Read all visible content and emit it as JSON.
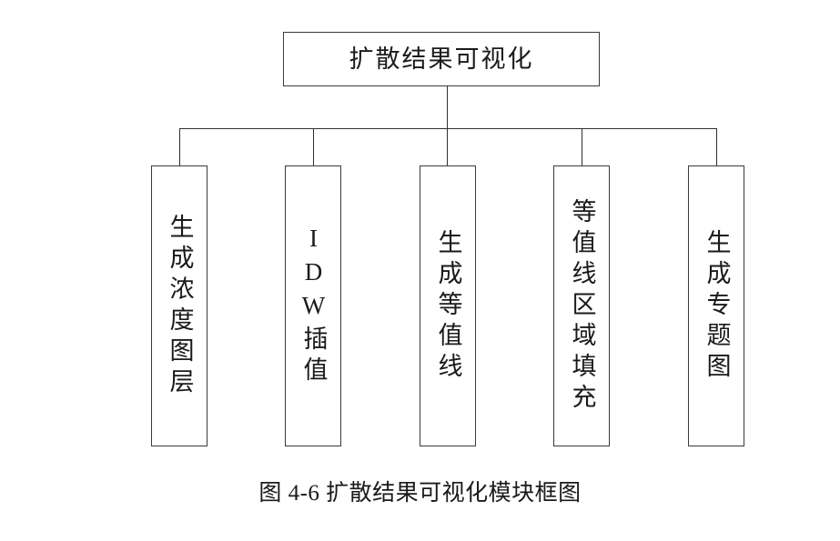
{
  "figure": {
    "caption": "图 4-6  扩散结果可视化模块框图",
    "line_color": "#2f2f2f",
    "border_color": "#3a3a3a",
    "background": "#ffffff",
    "text_color": "#1a1a1a"
  },
  "diagram": {
    "type": "tree-block-diagram",
    "orientation": "top-down",
    "root": {
      "label": "扩散结果可视化",
      "text_direction": "horizontal"
    },
    "leaves": [
      {
        "label": "生成浓度图层",
        "text_direction": "vertical"
      },
      {
        "label": "IDW插值",
        "text_direction": "vertical"
      },
      {
        "label": "生成等值线",
        "text_direction": "vertical"
      },
      {
        "label": "等值线区域填充",
        "text_direction": "vertical"
      },
      {
        "label": "生成专题图",
        "text_direction": "vertical"
      }
    ]
  }
}
